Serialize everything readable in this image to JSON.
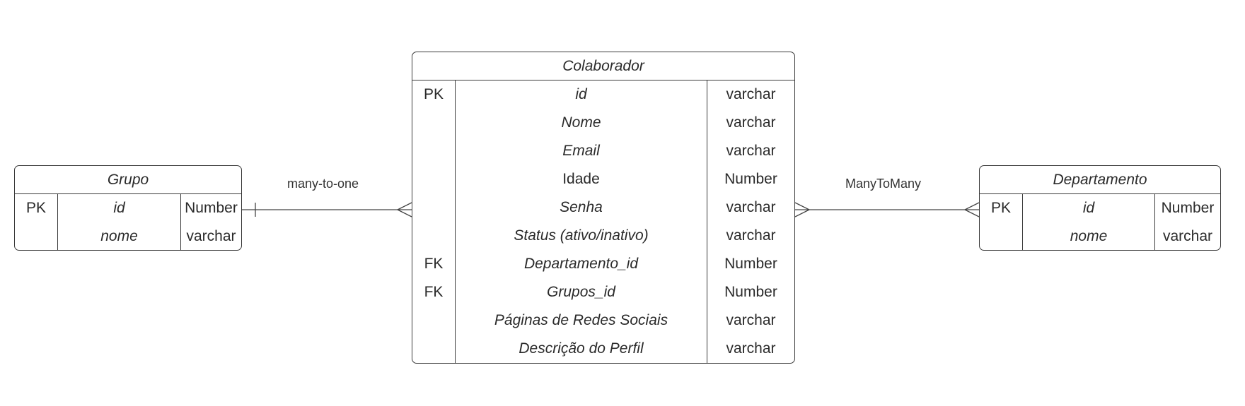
{
  "entities": {
    "grupo": {
      "title": "Grupo",
      "rows": [
        {
          "key": "PK",
          "name": "id",
          "type": "Number"
        },
        {
          "key": "",
          "name": "nome",
          "type": "varchar"
        }
      ]
    },
    "colaborador": {
      "title": "Colaborador",
      "rows": [
        {
          "key": "PK",
          "name": "id",
          "type": "varchar"
        },
        {
          "key": "",
          "name": "Nome",
          "type": "varchar"
        },
        {
          "key": "",
          "name": "Email",
          "type": "varchar"
        },
        {
          "key": "",
          "name": "Idade",
          "type": "Number"
        },
        {
          "key": "",
          "name": "Senha",
          "type": "varchar"
        },
        {
          "key": "",
          "name": "Status (ativo/inativo)",
          "type": "varchar"
        },
        {
          "key": "FK",
          "name": "Departamento_id",
          "type": "Number"
        },
        {
          "key": "FK",
          "name": "Grupos_id",
          "type": "Number"
        },
        {
          "key": "",
          "name": "Páginas de Redes Sociais",
          "type": "varchar"
        },
        {
          "key": "",
          "name": "Descrição do Perfil",
          "type": "varchar"
        }
      ]
    },
    "departamento": {
      "title": "Departamento",
      "rows": [
        {
          "key": "PK",
          "name": "id",
          "type": "Number"
        },
        {
          "key": "",
          "name": "nome",
          "type": "varchar"
        }
      ]
    }
  },
  "relationships": {
    "grupo_colaborador": {
      "label": "many-to-one"
    },
    "colaborador_departamento": {
      "label": "ManyToMany"
    }
  }
}
